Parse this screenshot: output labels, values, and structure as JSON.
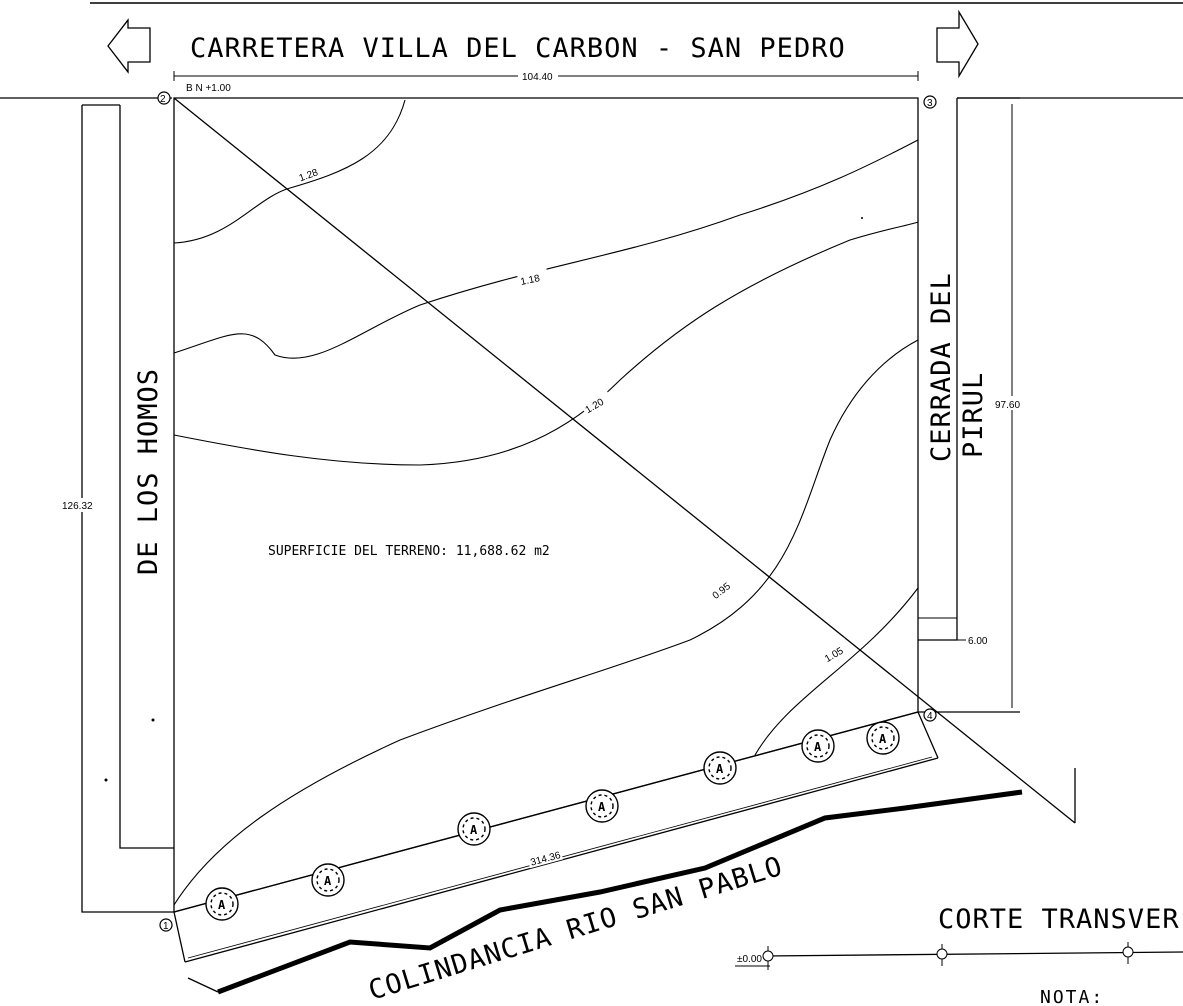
{
  "roads": {
    "top": "CARRETERA VILLA DEL CARBON - SAN PEDRO",
    "left": "DE LOS HOMOS",
    "right_line1": "CERRADA DEL",
    "right_line2": "PIRUL",
    "bottom": "COLINDANCIA RIO SAN PABLO"
  },
  "benchmark": "B N +1.00",
  "points": [
    "1",
    "2",
    "3",
    "4"
  ],
  "dimensions": {
    "top": "104.40",
    "left": "126.32",
    "right": "97.60",
    "bottom": "314.36",
    "street": "6.00"
  },
  "area_label": "SUPERFICIE DEL TERRENO: 11,688.62 m2",
  "contour_labels": [
    "1.28",
    "1.18",
    "1.20",
    "0.95",
    "1.05"
  ],
  "tree_symbol": "A",
  "section": {
    "title": "CORTE TRANSVER",
    "level": "±0.00",
    "note": "NOTA:"
  }
}
